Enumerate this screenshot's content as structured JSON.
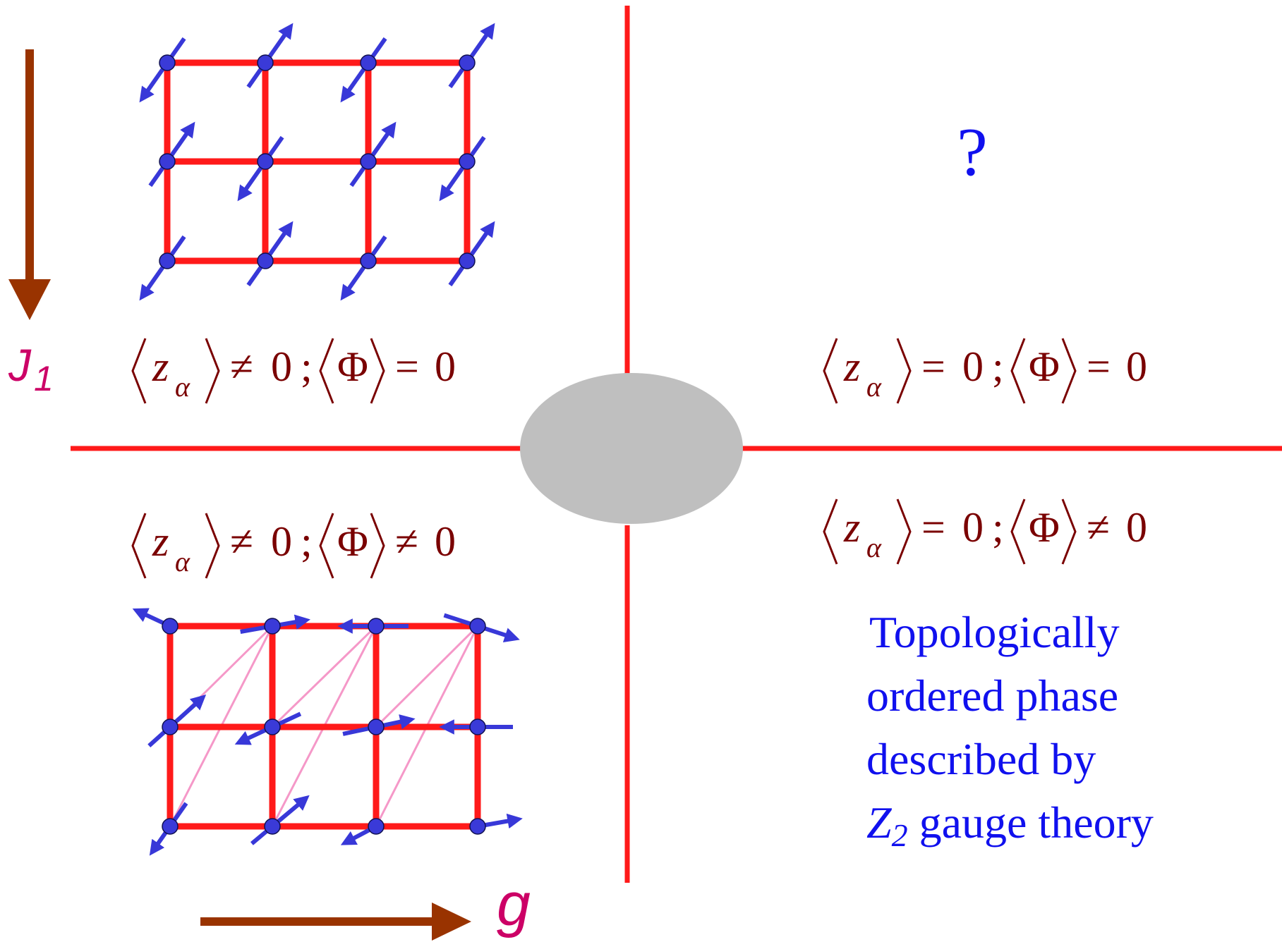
{
  "axes": {
    "vertical_label": "J",
    "vertical_label_sub": "1",
    "horizontal_label": "g"
  },
  "quadrants": {
    "top_left": {
      "z": "z",
      "z_sub": "α",
      "op1": "≠",
      "phi": "Φ",
      "op2": "=",
      "zero": "0"
    },
    "top_right": {
      "z": "z",
      "z_sub": "α",
      "op1": "=",
      "phi": "Φ",
      "op2": "=",
      "zero": "0",
      "unknown": "?"
    },
    "bottom_left": {
      "z": "z",
      "z_sub": "α",
      "op1": "≠",
      "phi": "Φ",
      "op2": "≠",
      "zero": "0"
    },
    "bottom_right": {
      "z": "z",
      "z_sub": "α",
      "op1": "=",
      "phi": "Φ",
      "op2": "≠",
      "zero": "0"
    }
  },
  "description": {
    "line1": "Topologically",
    "line2": "ordered phase",
    "line3": "described by",
    "z2": "Z",
    "z2_sub": "2",
    "line4_rest": " gauge theory"
  },
  "colors": {
    "phase_boundary": "#ff1a1a",
    "lattice_bond": "#ff1a1a",
    "diagonal_bond": "#f598c8",
    "spin": "#3838d8",
    "site_fill": "#3a3ad8",
    "site_stroke": "#101050",
    "axis_arrow": "#993300",
    "axis_label": "#cc0066",
    "expression": "#7a0000",
    "blue_text": "#1010ee",
    "critical_region": "#bfbfbf"
  }
}
